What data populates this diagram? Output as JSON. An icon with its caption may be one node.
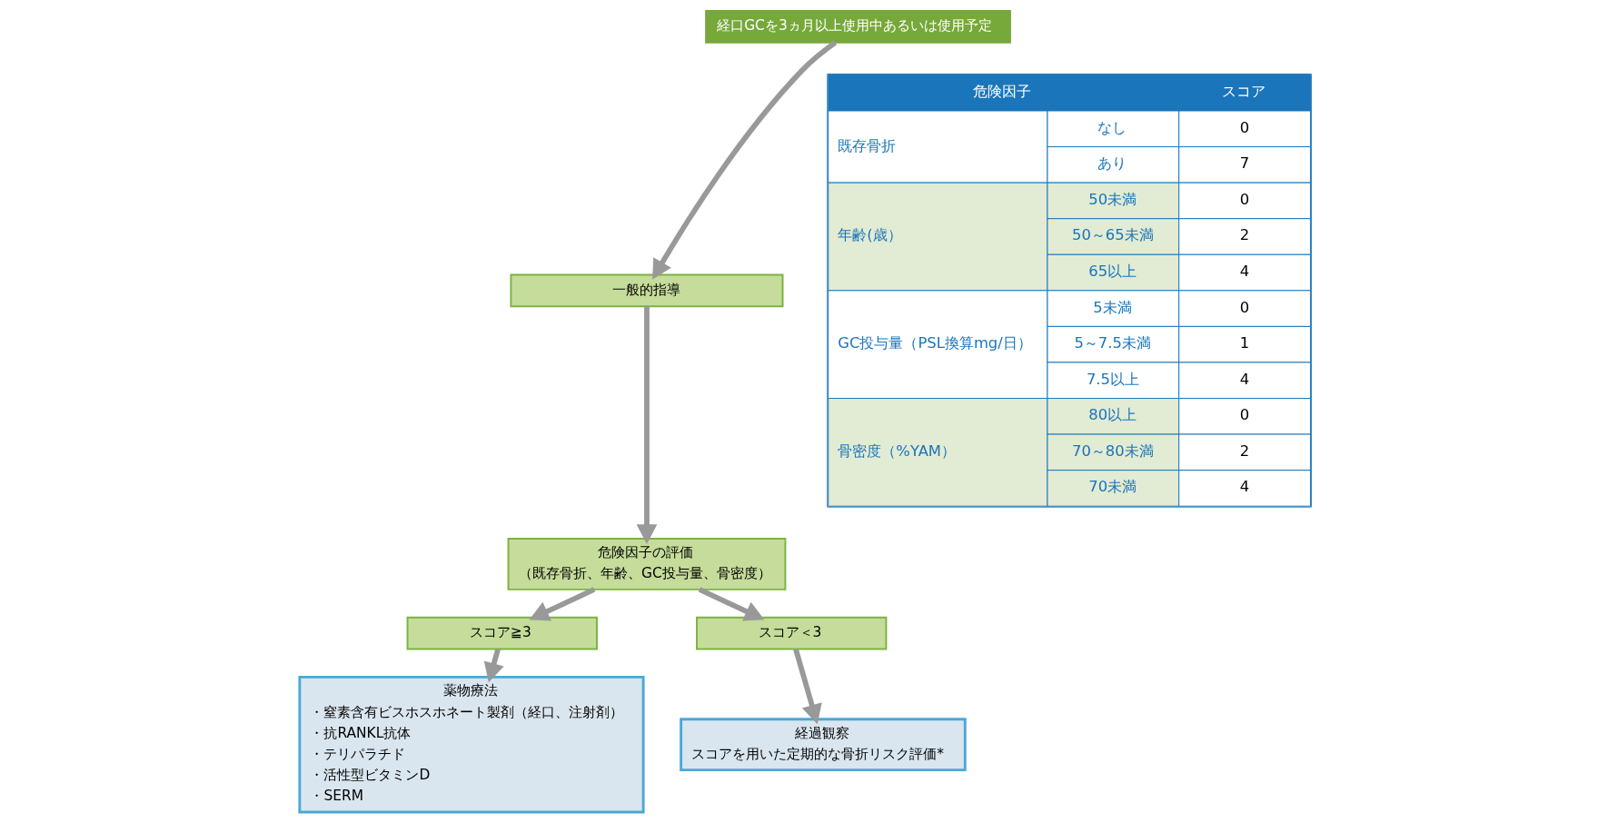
{
  "diagram": {
    "nodes": [
      {
        "text": [
          "経口GCを3ヵ月以上使用中あるいは使用予定"
        ]
      },
      {
        "text": [
          "一般的指導"
        ]
      },
      {
        "text": [
          "危険因子の評価",
          "（既存骨折、年齢、GC投与量、骨密度）"
        ]
      },
      {
        "text": [
          "スコア≧3"
        ]
      },
      {
        "text": [
          "スコア＜3"
        ]
      },
      {
        "text": [
          "薬物療法",
          "・窒素含有ビスホスホネート製剤（経口、注射剤）",
          "・抗RANKL抗体",
          "・テリパラチド",
          "・活性型ビタミンD",
          "・SERM"
        ]
      },
      {
        "text": [
          "経過観察",
          "スコアを用いた定期的な骨折リスク評価*"
        ]
      }
    ],
    "edges": [
      {
        "from": 0,
        "to": 1,
        "arrow": "to"
      },
      {
        "from": 1,
        "to": 2,
        "arrow": "to"
      },
      {
        "from": 2,
        "to": 3,
        "arrow": "to"
      },
      {
        "from": 2,
        "to": 4,
        "arrow": "to"
      },
      {
        "from": 3,
        "to": 5,
        "arrow": "to"
      },
      {
        "from": 4,
        "to": 6,
        "arrow": "to"
      }
    ],
    "labels": [
      "危険因子",
      "スコア",
      "既存骨折",
      "なし",
      "0",
      "あり",
      "7",
      "年齢(歳）",
      "50未満",
      "0",
      "50～65未満",
      "2",
      "65以上",
      "4",
      "GC投与量（PSL換算mg/日）",
      "5未満",
      "0",
      "5～7.5未満",
      "1",
      "7.5以上",
      "4",
      "骨密度（%YAM）",
      "80以上",
      "0",
      "70～80未満",
      "2",
      "70未満",
      "4"
    ]
  }
}
